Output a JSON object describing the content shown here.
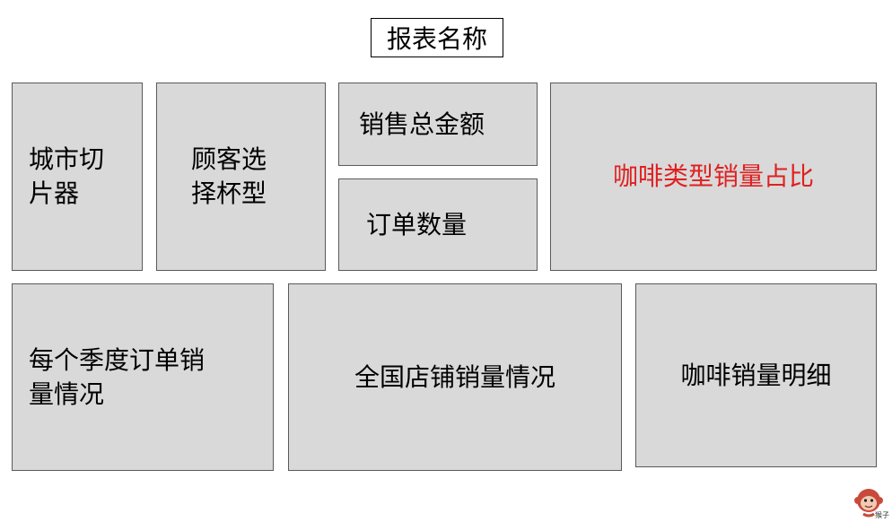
{
  "title": "报表名称",
  "panels": {
    "city_slicer": "城市切\n片器",
    "cup_type": "顾客选\n择杯型",
    "total_sales": "销售总金额",
    "order_count": "订单数量",
    "coffee_share": "咖啡类型销量占比",
    "quarterly": "每个季度订单销\n量情况",
    "national_stores": "全国店铺销量情况",
    "coffee_detail": "咖啡销量明细"
  },
  "logo": {
    "text": "猴子"
  },
  "colors": {
    "panel_bg": "#d9d9d9",
    "highlight": "#e02020"
  }
}
